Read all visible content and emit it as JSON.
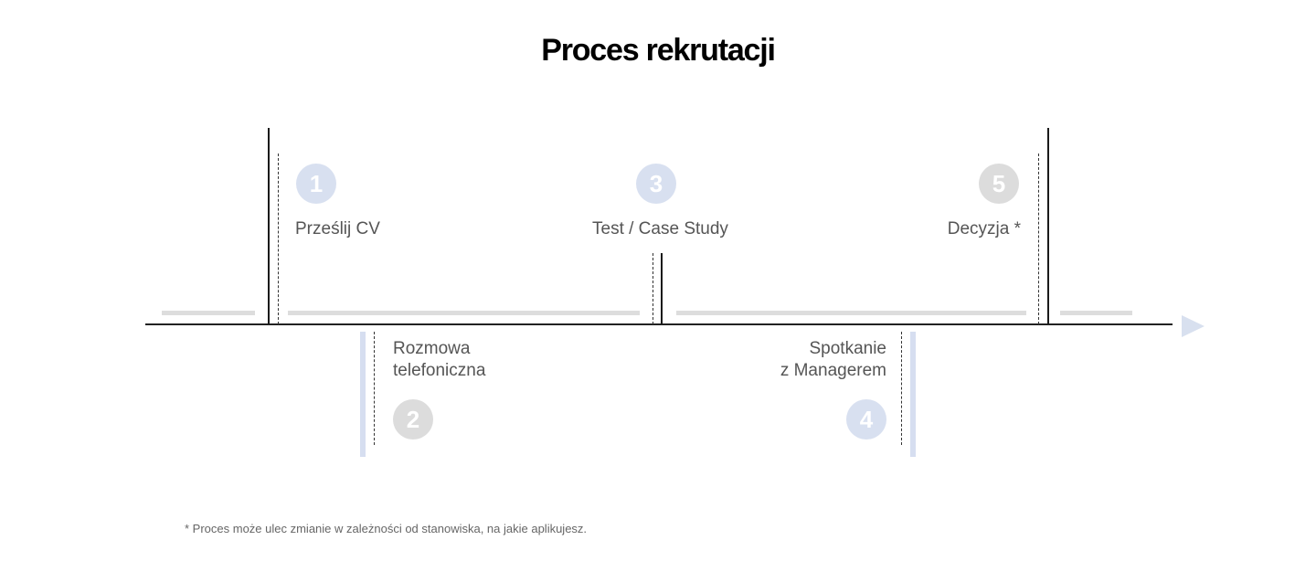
{
  "title": "Proces rekrutacji",
  "steps": [
    {
      "number": "1",
      "label": "Prześlij CV"
    },
    {
      "number": "2",
      "label_line1": "Rozmowa",
      "label_line2": "telefoniczna"
    },
    {
      "number": "3",
      "label": "Test / Case Study"
    },
    {
      "number": "4",
      "label_line1": "Spotkanie",
      "label_line2": "z Managerem"
    },
    {
      "number": "5",
      "label": "Decyzja *"
    }
  ],
  "footnote": "* Proces może ulec zmianie w zależności od stanowiska, na jakie aplikujesz.",
  "colors": {
    "accent_circle": "#d8e0f0",
    "neutral_circle": "#dcdcdc",
    "arrow": "#d8e0ef",
    "axis": "#222222",
    "track": "#dddddd"
  }
}
